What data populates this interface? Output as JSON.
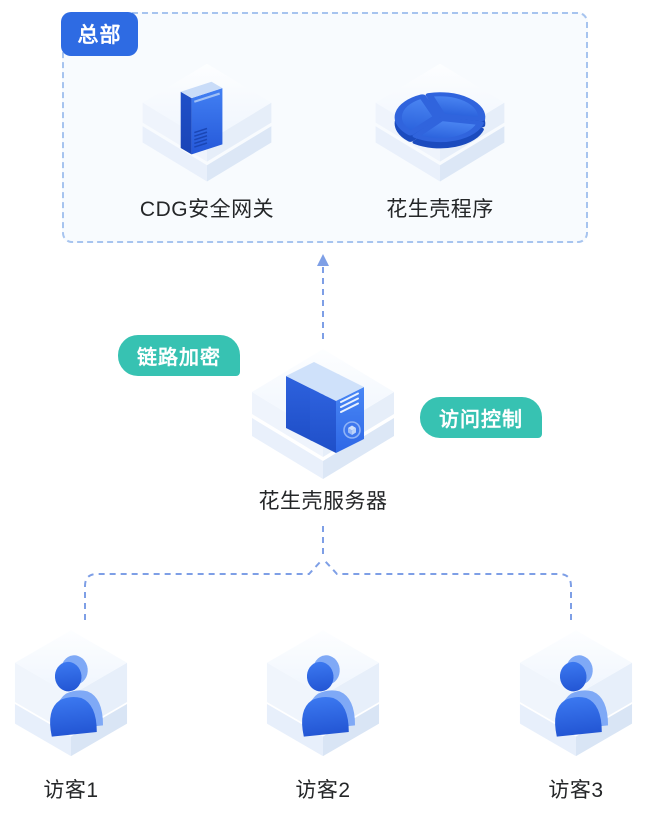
{
  "colors": {
    "primary_blue": "#2e6be3",
    "teal": "#37c2b2",
    "dashed_border": "#a7c4ef",
    "connector": "#7e9fe6",
    "label_text": "#242628",
    "hq_fill": "#f8fbfe"
  },
  "hq": {
    "badge": "总部",
    "nodes": [
      {
        "label": "CDG安全网关",
        "icon": "server-tower-icon"
      },
      {
        "label": "花生壳程序",
        "icon": "peanut-shell-icon"
      }
    ]
  },
  "server": {
    "label": "花生壳服务器",
    "icon": "dual-server-icon",
    "badge_left": "链路加密",
    "badge_right": "访问控制"
  },
  "connections": {
    "up_arrow": "dashed-arrow-to-hq",
    "down_fork": "dashed-fork-to-visitors"
  },
  "visitors": [
    {
      "label": "访客1",
      "icon": "person-cube-icon"
    },
    {
      "label": "访客2",
      "icon": "person-cube-icon"
    },
    {
      "label": "访客3",
      "icon": "person-cube-icon"
    }
  ]
}
